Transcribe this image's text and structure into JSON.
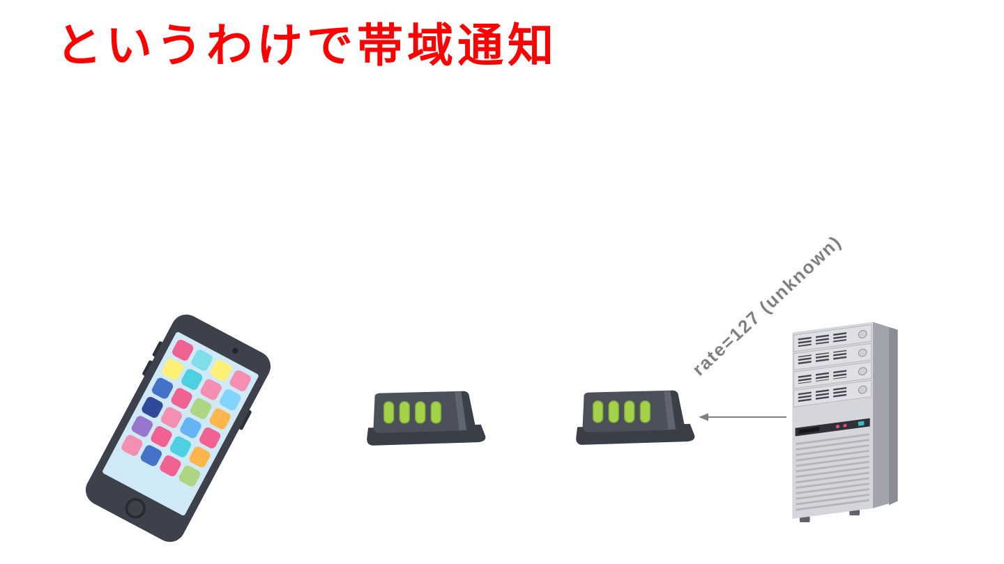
{
  "slide": {
    "title": "というわけで帯域通知",
    "title_color": "#ff0000",
    "background_color": "#ffffff"
  },
  "diagram": {
    "rate_label": "rate=127 (unknown)",
    "rate_label_color": "#7f7f7f",
    "arrow_color": "#808080",
    "led_color": "#a3d148",
    "device_body_color": "#4b505a",
    "illustrations": [
      {
        "name": "smartphone"
      },
      {
        "name": "network-switch-left"
      },
      {
        "name": "network-switch-right"
      },
      {
        "name": "server-tower"
      }
    ]
  }
}
